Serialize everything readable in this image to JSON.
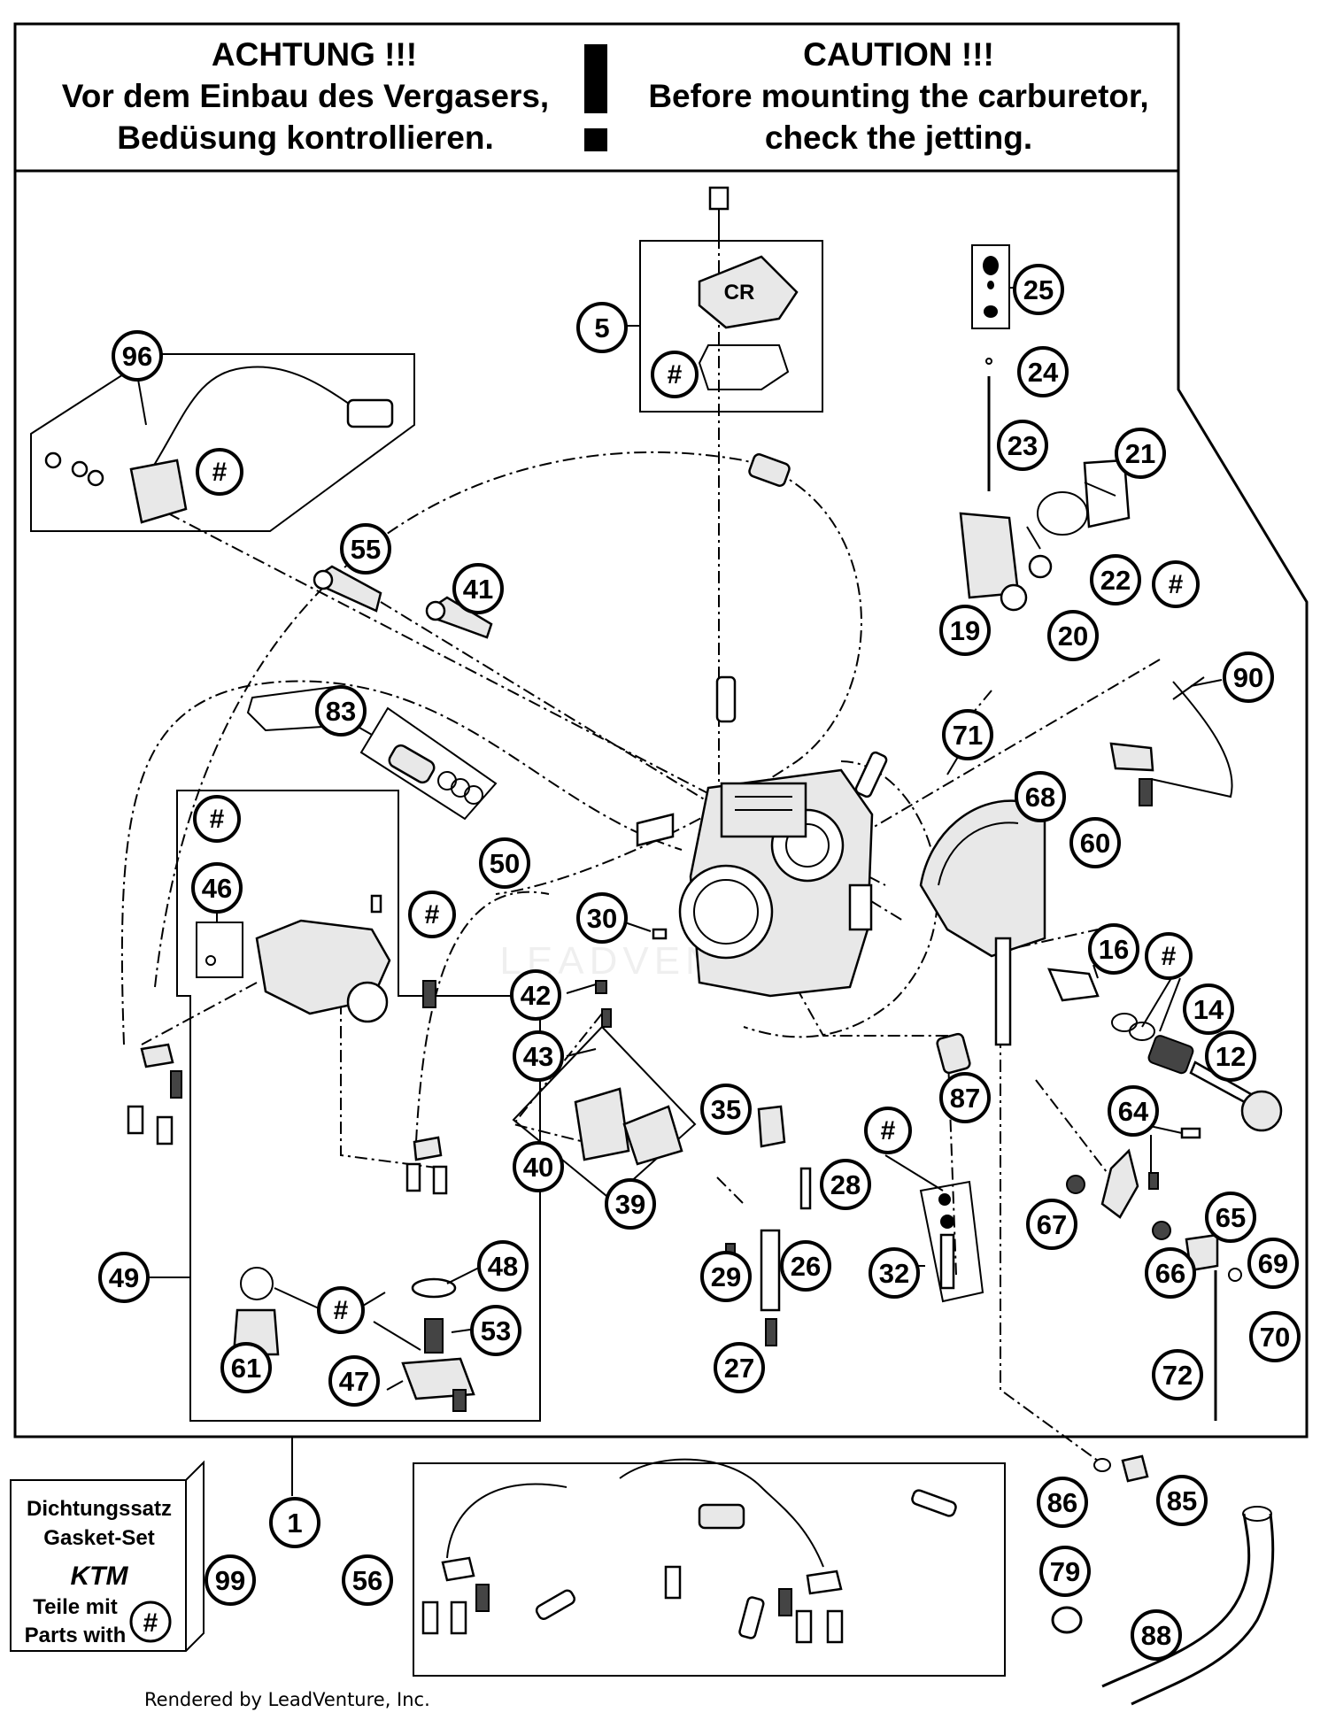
{
  "header": {
    "de_title": "ACHTUNG !!!",
    "de_line1": "Vor dem Einbau des Vergasers,",
    "de_line2": "Bedüsung kontrollieren.",
    "en_title": "CAUTION !!!",
    "en_line1": "Before mounting the carburetor,",
    "en_line2": "check the jetting."
  },
  "cover_label": "CR",
  "gasket_box": {
    "line1": "Dichtungssatz",
    "line2": "Gasket-Set",
    "brand": "KTM",
    "line3": "Teile mit",
    "line4": "Parts with",
    "symbol": "#"
  },
  "hash_symbol": "#",
  "callouts": {
    "c1": "1",
    "c5": "5",
    "c12": "12",
    "c14": "14",
    "c16": "16",
    "c19": "19",
    "c20": "20",
    "c21": "21",
    "c22": "22",
    "c23": "23",
    "c24": "24",
    "c25": "25",
    "c26": "26",
    "c27": "27",
    "c28": "28",
    "c29": "29",
    "c30": "30",
    "c32": "32",
    "c35": "35",
    "c39": "39",
    "c40": "40",
    "c41": "41",
    "c42": "42",
    "c43": "43",
    "c46": "46",
    "c47": "47",
    "c48": "48",
    "c49": "49",
    "c50": "50",
    "c53": "53",
    "c55": "55",
    "c56": "56",
    "c60": "60",
    "c61": "61",
    "c64": "64",
    "c65": "65",
    "c66": "66",
    "c67": "67",
    "c68": "68",
    "c69": "69",
    "c70": "70",
    "c71": "71",
    "c72": "72",
    "c79": "79",
    "c83": "83",
    "c85": "85",
    "c86": "86",
    "c87": "87",
    "c88": "88",
    "c90": "90",
    "c96": "96",
    "c99": "99"
  },
  "watermark": "LEADVENTURE",
  "footer": "Rendered by LeadVenture, Inc."
}
